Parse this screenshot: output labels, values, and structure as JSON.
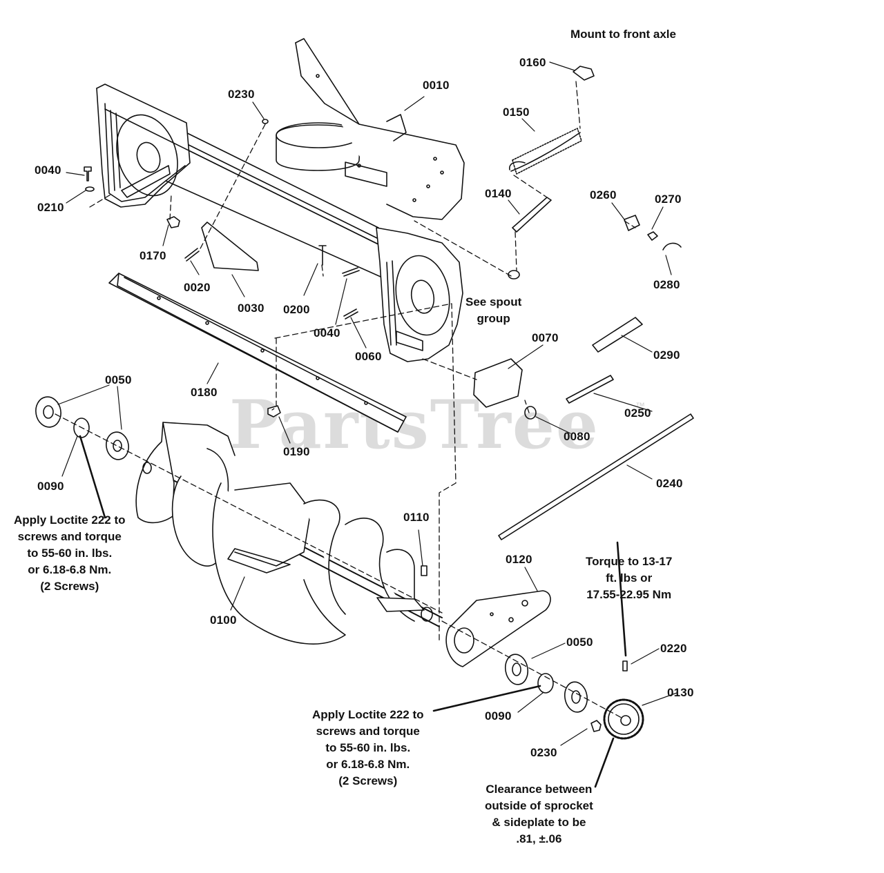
{
  "watermark": "PartsTree",
  "watermark_tm": "™",
  "callouts": [
    {
      "id": "0010",
      "text": "0010"
    },
    {
      "id": "0160",
      "text": "0160"
    },
    {
      "id": "0230a",
      "text": "0230"
    },
    {
      "id": "0150",
      "text": "0150"
    },
    {
      "id": "0040a",
      "text": "0040"
    },
    {
      "id": "0210",
      "text": "0210"
    },
    {
      "id": "0140",
      "text": "0140"
    },
    {
      "id": "0260",
      "text": "0260"
    },
    {
      "id": "0270",
      "text": "0270"
    },
    {
      "id": "0170",
      "text": "0170"
    },
    {
      "id": "0020",
      "text": "0020"
    },
    {
      "id": "0030",
      "text": "0030"
    },
    {
      "id": "0200",
      "text": "0200"
    },
    {
      "id": "0280",
      "text": "0280"
    },
    {
      "id": "0040b",
      "text": "0040"
    },
    {
      "id": "0060",
      "text": "0060"
    },
    {
      "id": "0070",
      "text": "0070"
    },
    {
      "id": "0290",
      "text": "0290"
    },
    {
      "id": "0050a",
      "text": "0050"
    },
    {
      "id": "0180",
      "text": "0180"
    },
    {
      "id": "0250",
      "text": "0250"
    },
    {
      "id": "0080",
      "text": "0080"
    },
    {
      "id": "0190",
      "text": "0190"
    },
    {
      "id": "0090a",
      "text": "0090"
    },
    {
      "id": "0240",
      "text": "0240"
    },
    {
      "id": "0110",
      "text": "0110"
    },
    {
      "id": "0120",
      "text": "0120"
    },
    {
      "id": "0100",
      "text": "0100"
    },
    {
      "id": "0050b",
      "text": "0050"
    },
    {
      "id": "0220",
      "text": "0220"
    },
    {
      "id": "0130",
      "text": "0130"
    },
    {
      "id": "0090b",
      "text": "0090"
    },
    {
      "id": "0230b",
      "text": "0230"
    }
  ],
  "notes": {
    "mount": [
      "Mount to front axle"
    ],
    "spout": [
      "See spout",
      "group"
    ],
    "loctite_left": [
      "Apply Loctite 222 to",
      "screws and torque",
      "to 55-60 in. lbs.",
      "or 6.18-6.8 Nm.",
      "(2 Screws)"
    ],
    "loctite_right": [
      "Apply Loctite 222 to",
      "screws and torque",
      "to 55-60 in. lbs.",
      "or 6.18-6.8 Nm.",
      "(2 Screws)"
    ],
    "torque": [
      "Torque to 13-17",
      "ft. lbs or",
      "17.55-22.95 Nm"
    ],
    "clearance": [
      "Clearance between",
      "outside of sprocket",
      "& sideplate to be",
      ".81, ±.06"
    ]
  }
}
